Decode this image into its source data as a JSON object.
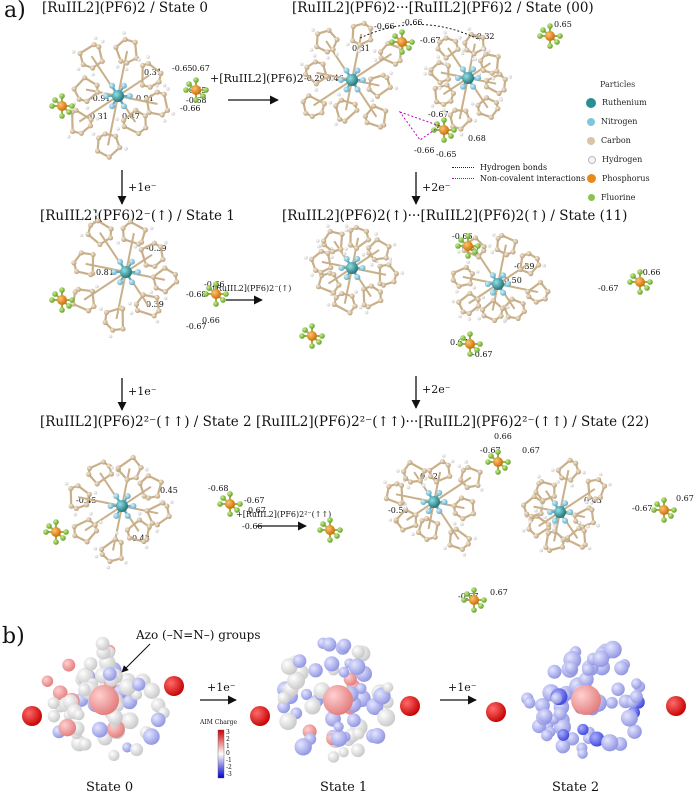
{
  "panel_a": {
    "letter": "a)",
    "state0_title": "[RuIIL2](PF6)2 / State 0",
    "state00_title": "[RuIIL2](PF6)2···[RuIIL2](PF6)2 / State (00)",
    "state1_title": "[RuIIL2](PF6)2⁻(↑) / State 1",
    "state11_title": "[RuIIL2](PF6)2(↑)···[RuIIL2](PF6)2(↑) / State (11)",
    "state2_title": "[RuIIL2](PF6)2²⁻(↑↑) / State 2",
    "state22_title": "[RuIIL2](PF6)2²⁻(↑↑)···[RuIIL2](PF6)2²⁻(↑↑) / State (22)",
    "arrow_add_ru": "+[RuIIL2](PF6)2",
    "arrow_add_ru1": "+[RuIIL2](PF6)2⁻(↑)",
    "arrow_add_ru2": "+[RuIIL2](PF6)2²⁻(↑↑)",
    "arrow_1e_a": "+1e⁻",
    "arrow_1e_b": "+1e⁻",
    "arrow_2e_a": "+2e⁻",
    "arrow_2e_b": "+2e⁻",
    "legend": {
      "title": "Particles",
      "items": [
        {
          "label": "Ruthenium",
          "color": "#2a8f95"
        },
        {
          "label": "Nitrogen",
          "color": "#7fc7dd"
        },
        {
          "label": "Carbon",
          "color": "#d9c4a6"
        },
        {
          "label": "Hydrogen",
          "color": "#f2f2f2"
        },
        {
          "label": "Phosphorus",
          "color": "#e88a1a"
        },
        {
          "label": "Fluorine",
          "color": "#8bc34a"
        }
      ],
      "bonds": [
        {
          "label": "Hydrogen bonds"
        },
        {
          "label": "Non-covalent interactions"
        }
      ]
    },
    "charges": {
      "s0": [
        "-0.65",
        "0.67",
        "-0.65",
        "-0.66",
        "-0.68",
        "0.31",
        "0.91",
        "-0.91",
        "0.31",
        "0.47"
      ],
      "s00": [
        "-0.66",
        "-0.66",
        "-0.67",
        "-0.32",
        "0.31",
        "0.65",
        "-0.29",
        "0.46",
        "-0.67",
        "0.68",
        "-0.66",
        "-0.65"
      ],
      "s1": [
        "-0.39",
        "0.39",
        "0.81",
        "-0.68",
        "-0.66",
        "-0.67",
        "0.66"
      ],
      "s11": [
        "-0.66",
        "0.67",
        "-0.39",
        "0.50",
        "-0.67",
        "-0.66",
        "-0.67",
        "0.67"
      ],
      "s2": [
        "0.45",
        "-0.45",
        "-0.68",
        "-0.67",
        "0.67",
        "-0.66",
        "0.43"
      ],
      "s22": [
        "0.66",
        "-0.67",
        "0.67",
        "0.42",
        "-0.50",
        "0.43",
        "-0.67",
        "0.67",
        "-0.67",
        "0.67"
      ]
    }
  },
  "panel_b": {
    "letter": "b)",
    "azo_label": "Azo (–N=N–) groups",
    "arrow_1e_a": "+1e⁻",
    "arrow_1e_b": "+1e⁻",
    "colorbar_title": "AIM Charge",
    "colorbar_ticks": [
      "3",
      "2",
      "1",
      "0",
      "-1",
      "-2",
      "-3"
    ],
    "state0": "State 0",
    "state1": "State 1",
    "state2": "State 2"
  }
}
